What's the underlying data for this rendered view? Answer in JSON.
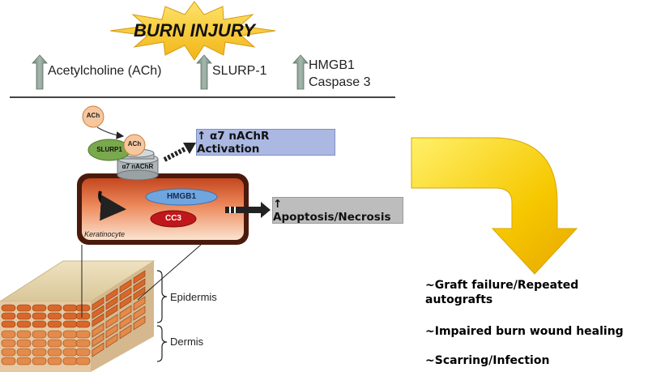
{
  "header": {
    "title": "BURN INJURY",
    "markers": [
      {
        "line1": "Acetylcholine (ACh)",
        "line2": ""
      },
      {
        "line1": "SLURP-1",
        "line2": ""
      },
      {
        "line1": "HMGB1",
        "line2": "Caspase 3"
      }
    ]
  },
  "receptor": {
    "ach_free": "ACh",
    "ach_bound": "ACh",
    "slurp1": "SLURP1",
    "receptor_label": "α7 nAChR"
  },
  "cell": {
    "hmgb1": "HMGB1",
    "cc3": "CC3",
    "cell_label": "Keratinocyte"
  },
  "effects": {
    "activation": "↑ α7 nAChR Activation",
    "apoptosis": "↑ Apoptosis/Necrosis"
  },
  "skin": {
    "epidermis": "Epidermis",
    "dermis": "Dermis"
  },
  "outcomes": {
    "item1_line1": "~Graft failure/Repeated",
    "item1_line2": "autografts",
    "item2": "~Impaired burn wound healing",
    "item3": "~Scarring/Infection"
  },
  "colors": {
    "starburst": "#f7c52a",
    "up_arrow": "#8a9d93",
    "activation_box": "#aab8e2",
    "apoptosis_box": "#bdbdbd",
    "cell_fill": "#e8784a",
    "hmgb1": "#6fa6e0",
    "cc3": "#c0171b",
    "slurp1": "#7aa850",
    "ach": "#f6c79e",
    "yellow_arrow": "#f5c400"
  }
}
